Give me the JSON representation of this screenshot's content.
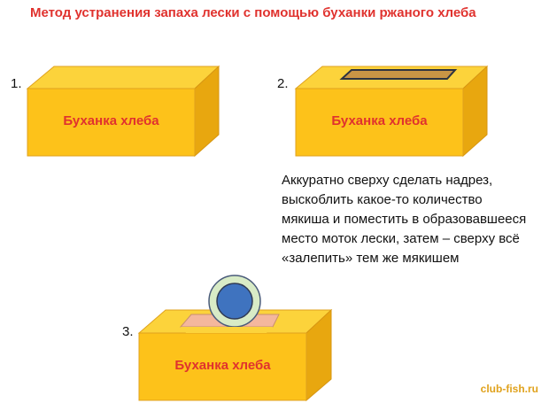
{
  "title": "Метод устранения запаха лески с помощью буханки ржаного хлеба",
  "steps": [
    {
      "number": "1.",
      "label": "Буханка хлеба"
    },
    {
      "number": "2.",
      "label": "Буханка хлеба"
    },
    {
      "number": "3.",
      "label": "Буханка хлеба"
    }
  ],
  "instruction_lines": [
    "Аккуратно сверху сделать надрез,",
    "выскоблить какое-то количество",
    "мякиша и поместить в образовавшееся",
    "место моток лески, затем – сверху всё",
    "«залепить» тем же мякишем"
  ],
  "watermark": "club-fish.ru",
  "colors": {
    "title": "#e0322e",
    "bread_front": "#fdc21a",
    "bread_top": "#fcd33b",
    "bread_side": "#e8a70f",
    "slot": "#c99545",
    "crumb_patch": "#f4b79d",
    "spool_ring": "#d8ebc6",
    "spool_core": "#3f73bf",
    "watermark": "#e0a21d"
  }
}
